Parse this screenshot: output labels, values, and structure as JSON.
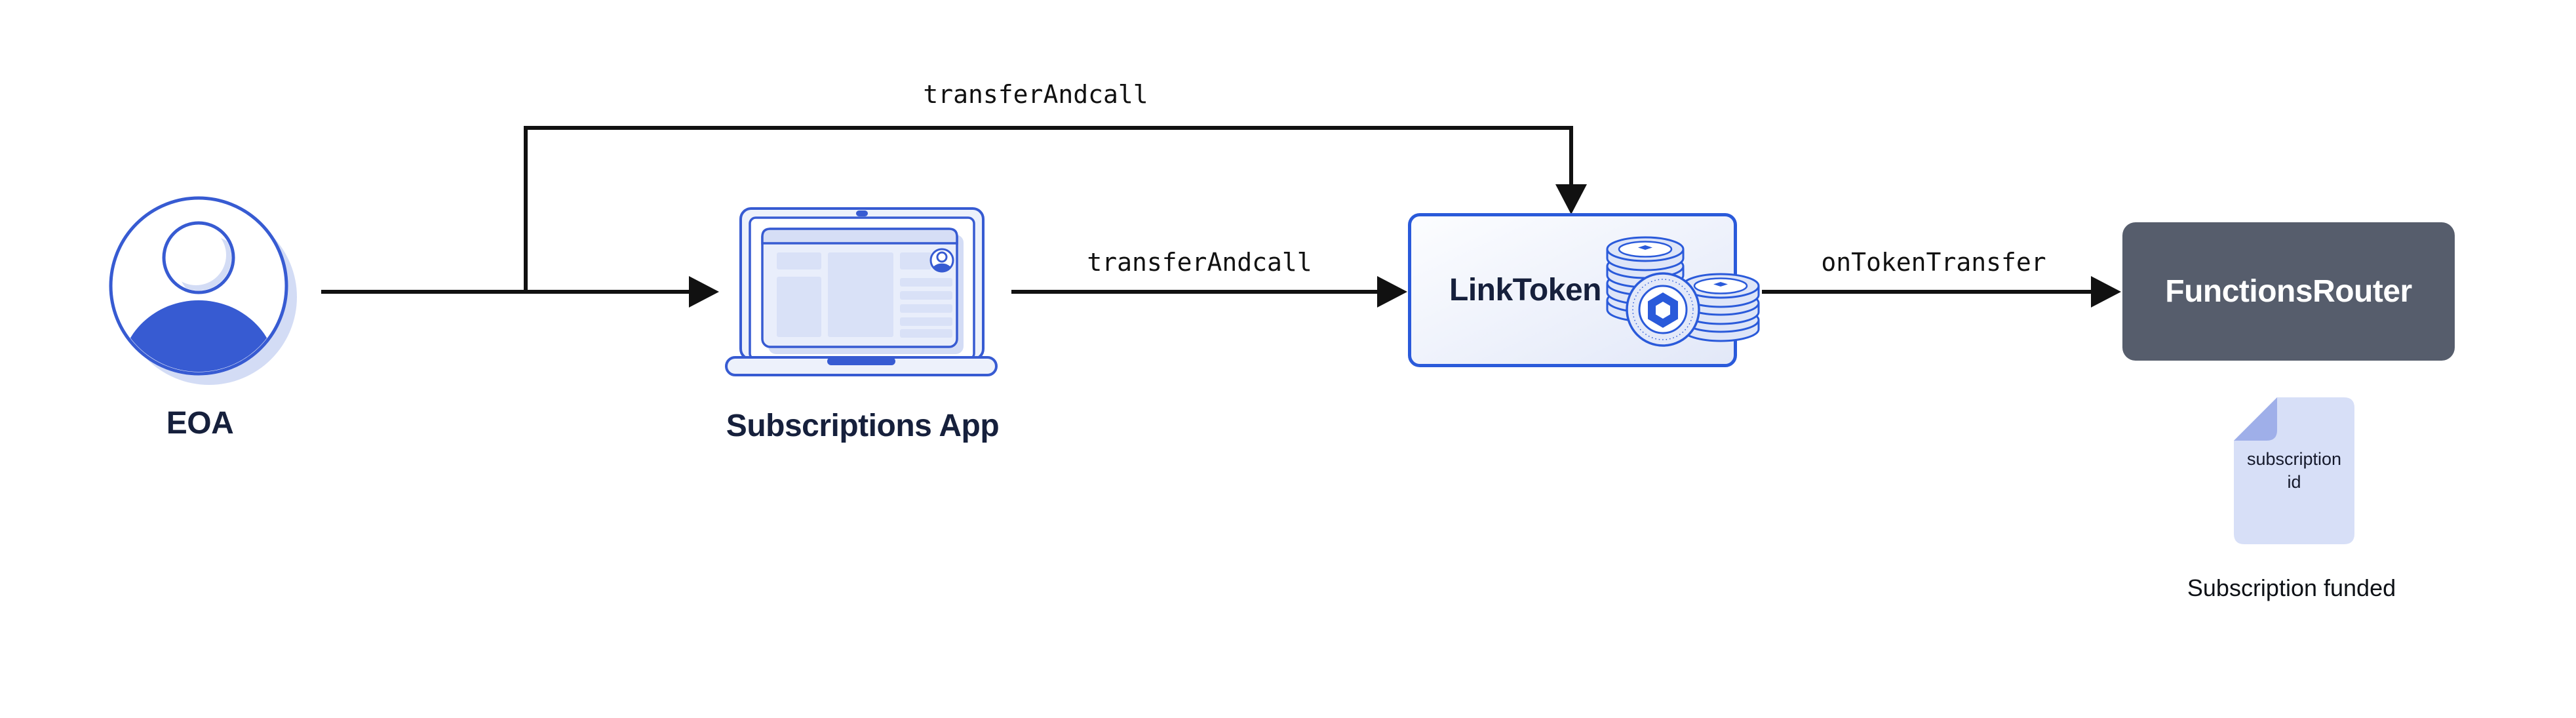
{
  "diagram": {
    "nodes": {
      "eoa": {
        "label": "EOA",
        "icon": "person-avatar-icon"
      },
      "subscriptions_app": {
        "label": "Subscriptions App",
        "icon": "laptop-icon"
      },
      "link_token": {
        "label": "LinkToken",
        "icon": "coin-stack-icon"
      },
      "functions_router": {
        "label": "FunctionsRouter"
      },
      "subscription_doc": {
        "label": "subscription id",
        "icon": "document-icon"
      },
      "subscription_funded": {
        "label": "Subscription funded"
      }
    },
    "edges": {
      "eoa_to_linktoken": {
        "label": "transferAndcall"
      },
      "app_to_linktoken": {
        "label": "transferAndcall"
      },
      "linktoken_to_router": {
        "label": "onTokenTransfer"
      }
    },
    "theme": {
      "accent_blue": "#375BD2",
      "border_blue": "#2A5ADA",
      "fill_light": "#EDF1FB",
      "fill_mid": "#E9EEFB",
      "fill_row": "#D9E1F7",
      "fill_header": "#D6DEF6",
      "shadow_blue": "#D3DCF5",
      "coin_fill": "#DEE5F8",
      "coin_face": "#E3E9F9",
      "doc_fill": "#D7DFF7",
      "doc_fold": "#9FAFE9",
      "router_bg": "#565D6C",
      "text_navy": "#16203C",
      "text_black": "#111111",
      "arrow_color": "#111111",
      "box_grad_start": "#FCFDFF",
      "box_grad_end": "#E2E8F8",
      "white": "#FFFFFF"
    }
  }
}
